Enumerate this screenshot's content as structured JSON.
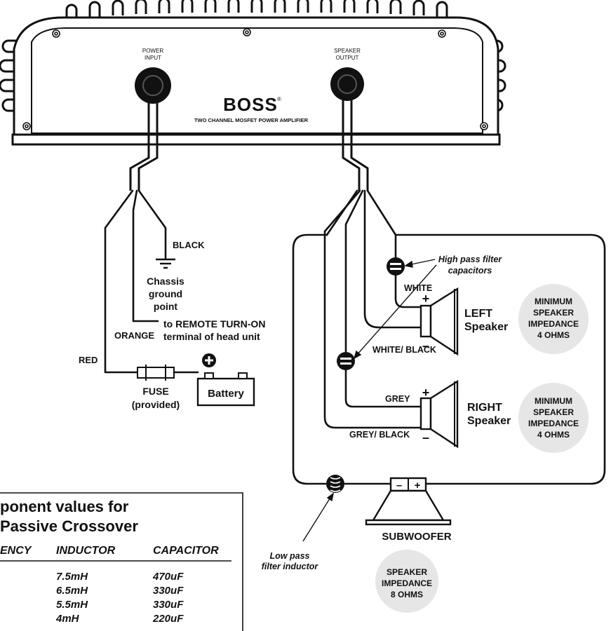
{
  "amplifier": {
    "brand": "BOSS",
    "registered_mark": "®",
    "model_text": "TWO CHANNEL MOSFET POWER AMPLIFIER",
    "power_input_line1": "POWER",
    "power_input_line2": "INPUT",
    "speaker_output_line1": "SPEAKER",
    "speaker_output_line2": "OUTPUT"
  },
  "power": {
    "black": "BLACK",
    "chassis_line1": "Chassis",
    "chassis_line2": "ground",
    "chassis_line3": "point",
    "orange": "ORANGE",
    "remote_line1": "to REMOTE TURN-ON",
    "remote_line2": "terminal of head unit",
    "red": "RED",
    "fuse_line1": "FUSE",
    "fuse_line2": "(provided)",
    "battery": "Battery"
  },
  "speakers": {
    "hp_line1": "High pass filter",
    "hp_line2": "capacitors",
    "white": "WHITE",
    "white_black": "WHITE/ BLACK",
    "grey": "GREY",
    "grey_black": "GREY/ BLACK",
    "left_line1": "LEFT",
    "left_line2": "Speaker",
    "right_line1": "RIGHT",
    "right_line2": "Speaker",
    "plus": "+",
    "minus": "–",
    "left_badge": [
      "MINIMUM",
      "SPEAKER",
      "IMPEDANCE",
      "4 OHMS"
    ],
    "right_badge": [
      "MINIMUM",
      "SPEAKER",
      "IMPEDANCE",
      "4 OHMS"
    ],
    "subwoofer": "SUBWOOFER",
    "sub_minus": "–",
    "sub_plus": "+",
    "sub_badge": [
      "SPEAKER",
      "IMPEDANCE",
      "8 OHMS"
    ],
    "lp_line1": "Low pass",
    "lp_line2": "filter inductor"
  },
  "table": {
    "title_line1": "ponent values for",
    "title_line2": "Passive Crossover",
    "headers": [
      "ENCY",
      "INDUCTOR",
      "CAPACITOR"
    ],
    "rows": [
      [
        "7.5mH",
        "470uF"
      ],
      [
        "6.5mH",
        "330uF"
      ],
      [
        "5.5mH",
        "330uF"
      ],
      [
        "4mH",
        "220uF"
      ]
    ]
  },
  "colors": {
    "line": "#111111",
    "badge": "#e6e6e6",
    "amp_body": "#ffffff"
  }
}
